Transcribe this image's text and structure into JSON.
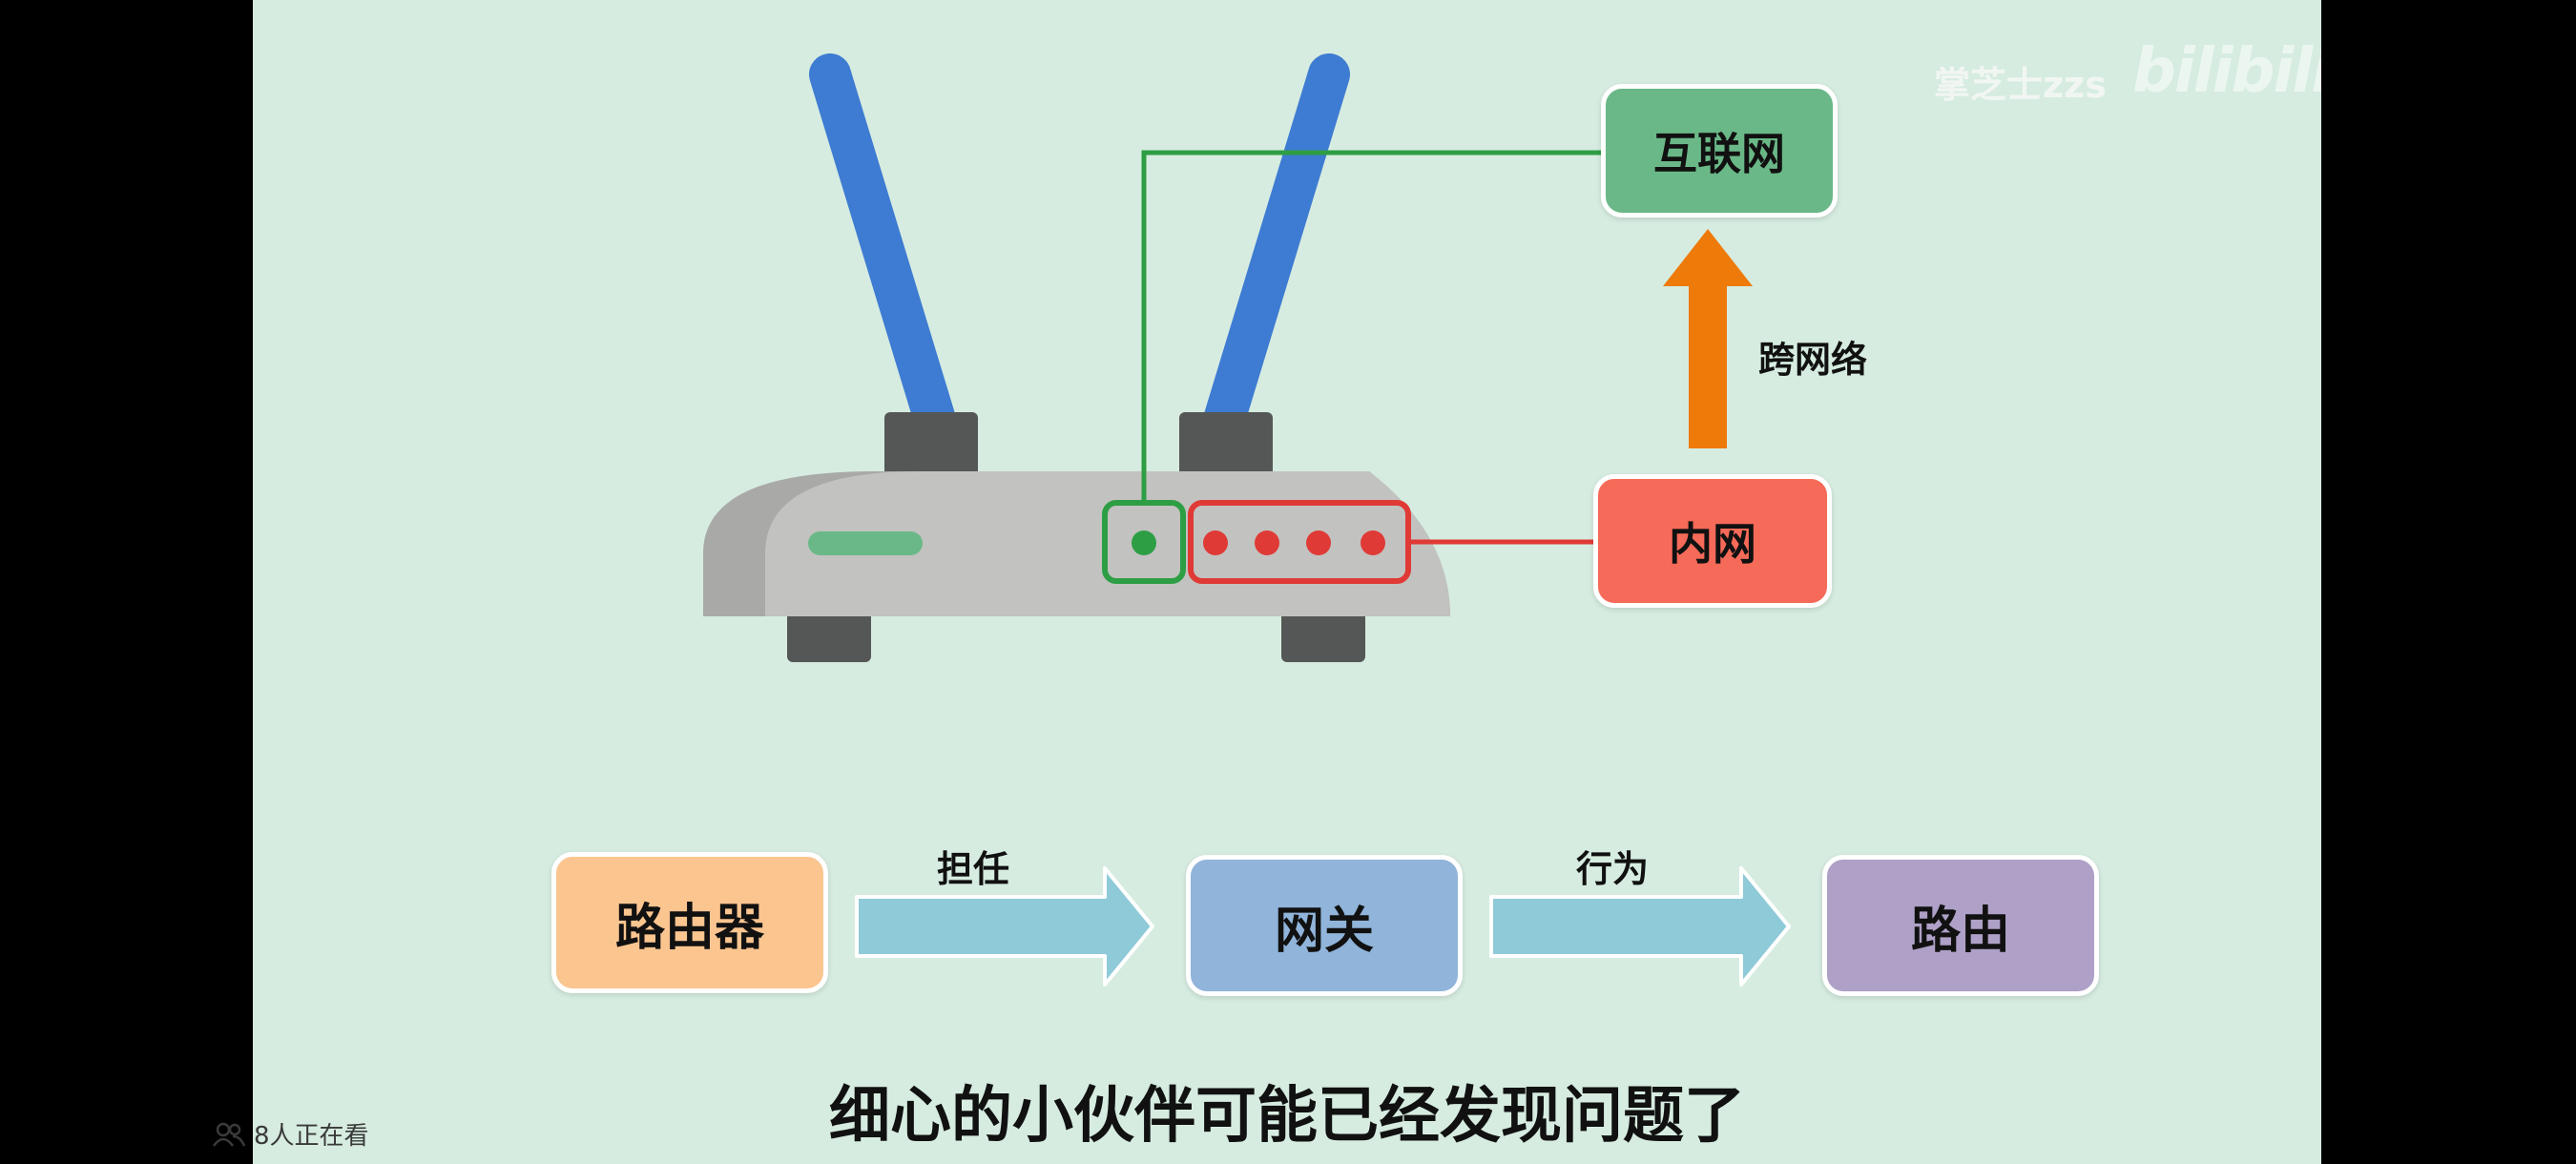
{
  "colors": {
    "background": "#d6ece0",
    "antenna": "#3e7bd2",
    "router_body": "#c2c2c0",
    "router_dark": "#555756",
    "wan_green": "#2e9e44",
    "lan_red": "#e03a36",
    "internet_box": "#6ab887",
    "lan_box": "#f56a58",
    "arrow_orange": "#ee7a0a",
    "router_box": "#fbc590",
    "gateway_box": "#90b4da",
    "route_box": "#aea0c6",
    "flow_arrow": "#8ecad8"
  },
  "diagram": {
    "internet_label": "互联网",
    "lan_label": "内网",
    "cross_network_label": "跨网络",
    "flow": {
      "router_label": "路由器",
      "serves_as_label": "担任",
      "gateway_label": "网关",
      "behavior_label": "行为",
      "routing_label": "路由"
    }
  },
  "watermark": {
    "uploader": "掌芝士zzs",
    "logo_text": "bilibili"
  },
  "subtitle": "细心的小伙伴可能已经发现问题了",
  "viewer_count": "8人正在看",
  "icons": [
    "people-icon",
    "router-icon",
    "up-arrow-icon",
    "right-arrow-icon"
  ]
}
